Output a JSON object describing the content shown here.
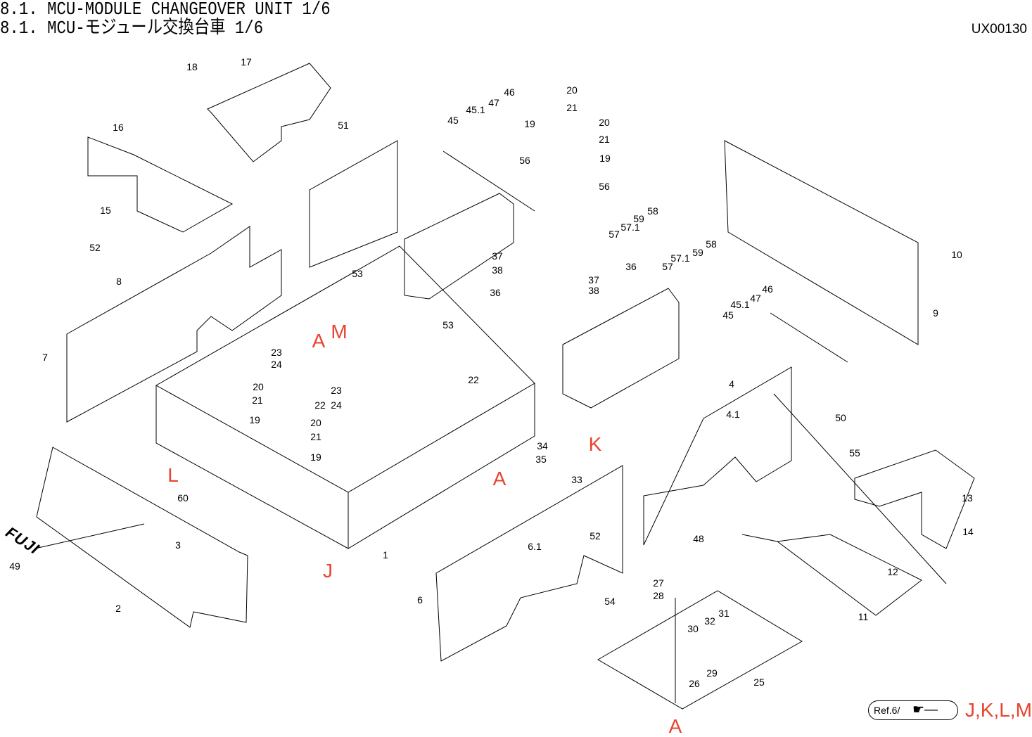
{
  "header": {
    "title_en": "8.1. MCU-MODULE CHANGEOVER UNIT 1/6",
    "title_jp": "8.1. MCU-モジュール交換台車 1/6",
    "drawing_code": "UX00130"
  },
  "callouts": [
    "18",
    "17",
    "16",
    "51",
    "15",
    "52",
    "8",
    "53",
    "7",
    "23",
    "24",
    "20",
    "21",
    "19",
    "22",
    "23",
    "24",
    "20",
    "21",
    "19",
    "53",
    "22",
    "60",
    "3",
    "49",
    "2",
    "1",
    "45",
    "45.1",
    "47",
    "46",
    "20",
    "21",
    "19",
    "20",
    "21",
    "19",
    "56",
    "56",
    "58",
    "59",
    "57.1",
    "57",
    "37",
    "38",
    "36",
    "37",
    "38",
    "36",
    "57.1",
    "59",
    "58",
    "57",
    "46",
    "47",
    "45.1",
    "45",
    "10",
    "9",
    "4",
    "4.1",
    "50",
    "55",
    "34",
    "35",
    "33",
    "52",
    "6.1",
    "13",
    "14",
    "48",
    "12",
    "11",
    "27",
    "28",
    "31",
    "32",
    "30",
    "29",
    "26",
    "25",
    "6",
    "54"
  ],
  "reference_markers": [
    "A",
    "M",
    "L",
    "J",
    "K",
    "A",
    "A"
  ],
  "reference": {
    "label": "Ref.6/",
    "pointer_icon": "pointing-hand-icon",
    "targets": "J,K,L,M"
  },
  "logo": "FUJI",
  "colors": {
    "reference_red": "#e8432f",
    "line": "#000000",
    "hidden_line": "#9a9acb"
  }
}
